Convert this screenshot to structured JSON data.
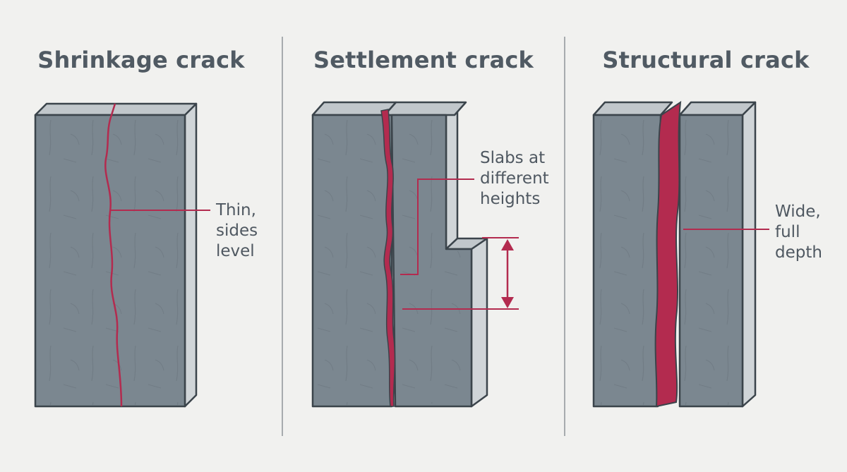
{
  "panels": [
    {
      "title": "Shrinkage crack",
      "label": [
        "Thin,",
        "sides",
        "level"
      ]
    },
    {
      "title": "Settlement crack",
      "label": [
        "Slabs at",
        "different",
        "heights"
      ]
    },
    {
      "title": "Structural crack",
      "label": [
        "Wide,",
        "full",
        "depth"
      ]
    }
  ],
  "colors": {
    "background": "#f1f1ef",
    "slab_front": "#7b8790",
    "slab_top": "#c1c7cb",
    "slab_side": "#d0d5d8",
    "outline": "#3b444b",
    "crack": "#b32b4f",
    "text": "#505a63",
    "divider": "#a7abae"
  }
}
